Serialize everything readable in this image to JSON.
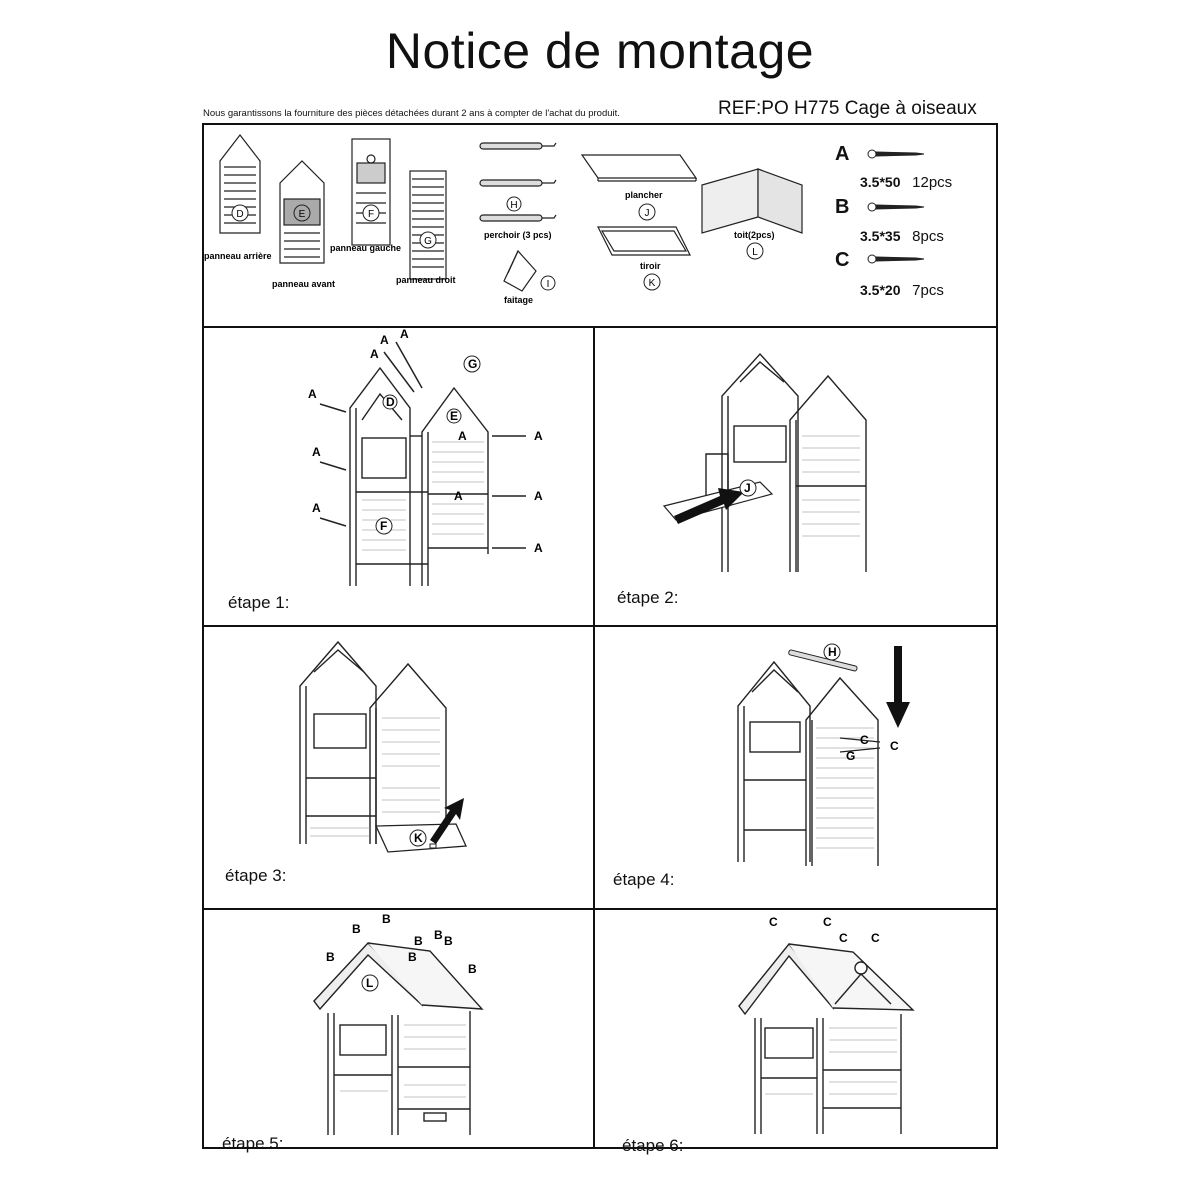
{
  "header": {
    "title": "Notice de montage",
    "guarantee": "Nous garantissons la fourniture des pièces détachées durant 2 ans à compter de l'achat du produit.",
    "reference": "REF:PO H775 Cage à oiseaux"
  },
  "parts": {
    "D": {
      "letter": "D",
      "label": "panneau arrière"
    },
    "E": {
      "letter": "E",
      "label": "panneau avant"
    },
    "F": {
      "letter": "F",
      "label": "panneau gauche"
    },
    "G": {
      "letter": "G",
      "label": "panneau droit"
    },
    "H": {
      "letter": "H",
      "label": "perchoir (3 pcs)"
    },
    "I": {
      "letter": "I",
      "label": "faitage"
    },
    "J": {
      "letter": "J",
      "label": "plancher"
    },
    "K": {
      "letter": "K",
      "label": "tiroir"
    },
    "L": {
      "letter": "L",
      "label": "toit(2pcs)"
    }
  },
  "screws": [
    {
      "letter": "A",
      "size": "3.5*50",
      "qty": "12pcs"
    },
    {
      "letter": "B",
      "size": "3.5*35",
      "qty": "8pcs"
    },
    {
      "letter": "C",
      "size": "3.5*20",
      "qty": "7pcs"
    }
  ],
  "steps": [
    {
      "label": "étape 1:"
    },
    {
      "label": "étape 2:"
    },
    {
      "label": "étape 3:"
    },
    {
      "label": "étape 4:"
    },
    {
      "label": "étape 5:"
    },
    {
      "label": "étape 6:"
    }
  ],
  "callouts": {
    "a": "A",
    "b": "B",
    "c": "C",
    "d": "D",
    "e": "E",
    "f": "F",
    "g": "G",
    "h": "H",
    "j": "J",
    "k": "K",
    "l": "L"
  }
}
